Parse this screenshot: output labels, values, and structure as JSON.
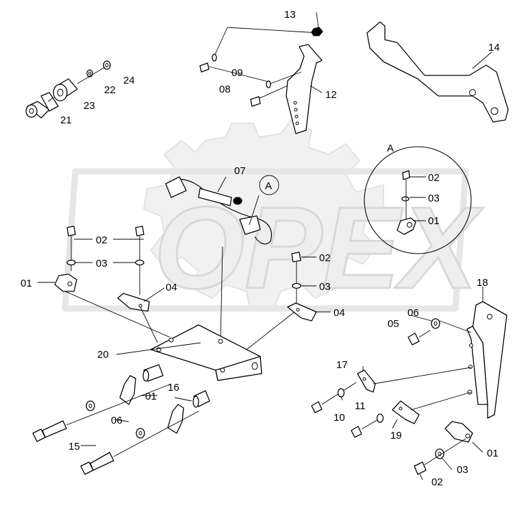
{
  "watermark": {
    "text": "OPEX",
    "color": "#e6e6e6"
  },
  "detail_view": {
    "circle_label": "A",
    "callout_label": "A"
  },
  "labels": {
    "p01_a": "01",
    "p01_b": "01",
    "p01_c": "01",
    "p01_d": "01",
    "p02_a": "02",
    "p02_b": "02",
    "p02_c": "02",
    "p02_d": "02",
    "p03_a": "03",
    "p03_b": "03",
    "p03_c": "03",
    "p03_d": "03",
    "p04_a": "04",
    "p04_b": "04",
    "p05": "05",
    "p06_a": "06",
    "p06_b": "06",
    "p07": "07",
    "p08": "08",
    "p09": "09",
    "p10": "10",
    "p11": "11",
    "p12": "12",
    "p13": "13",
    "p14": "14",
    "p15": "15",
    "p16": "16",
    "p17": "17",
    "p18": "18",
    "p19": "19",
    "p20": "20",
    "p21": "21",
    "p22": "22",
    "p23": "23",
    "p24": "24"
  }
}
